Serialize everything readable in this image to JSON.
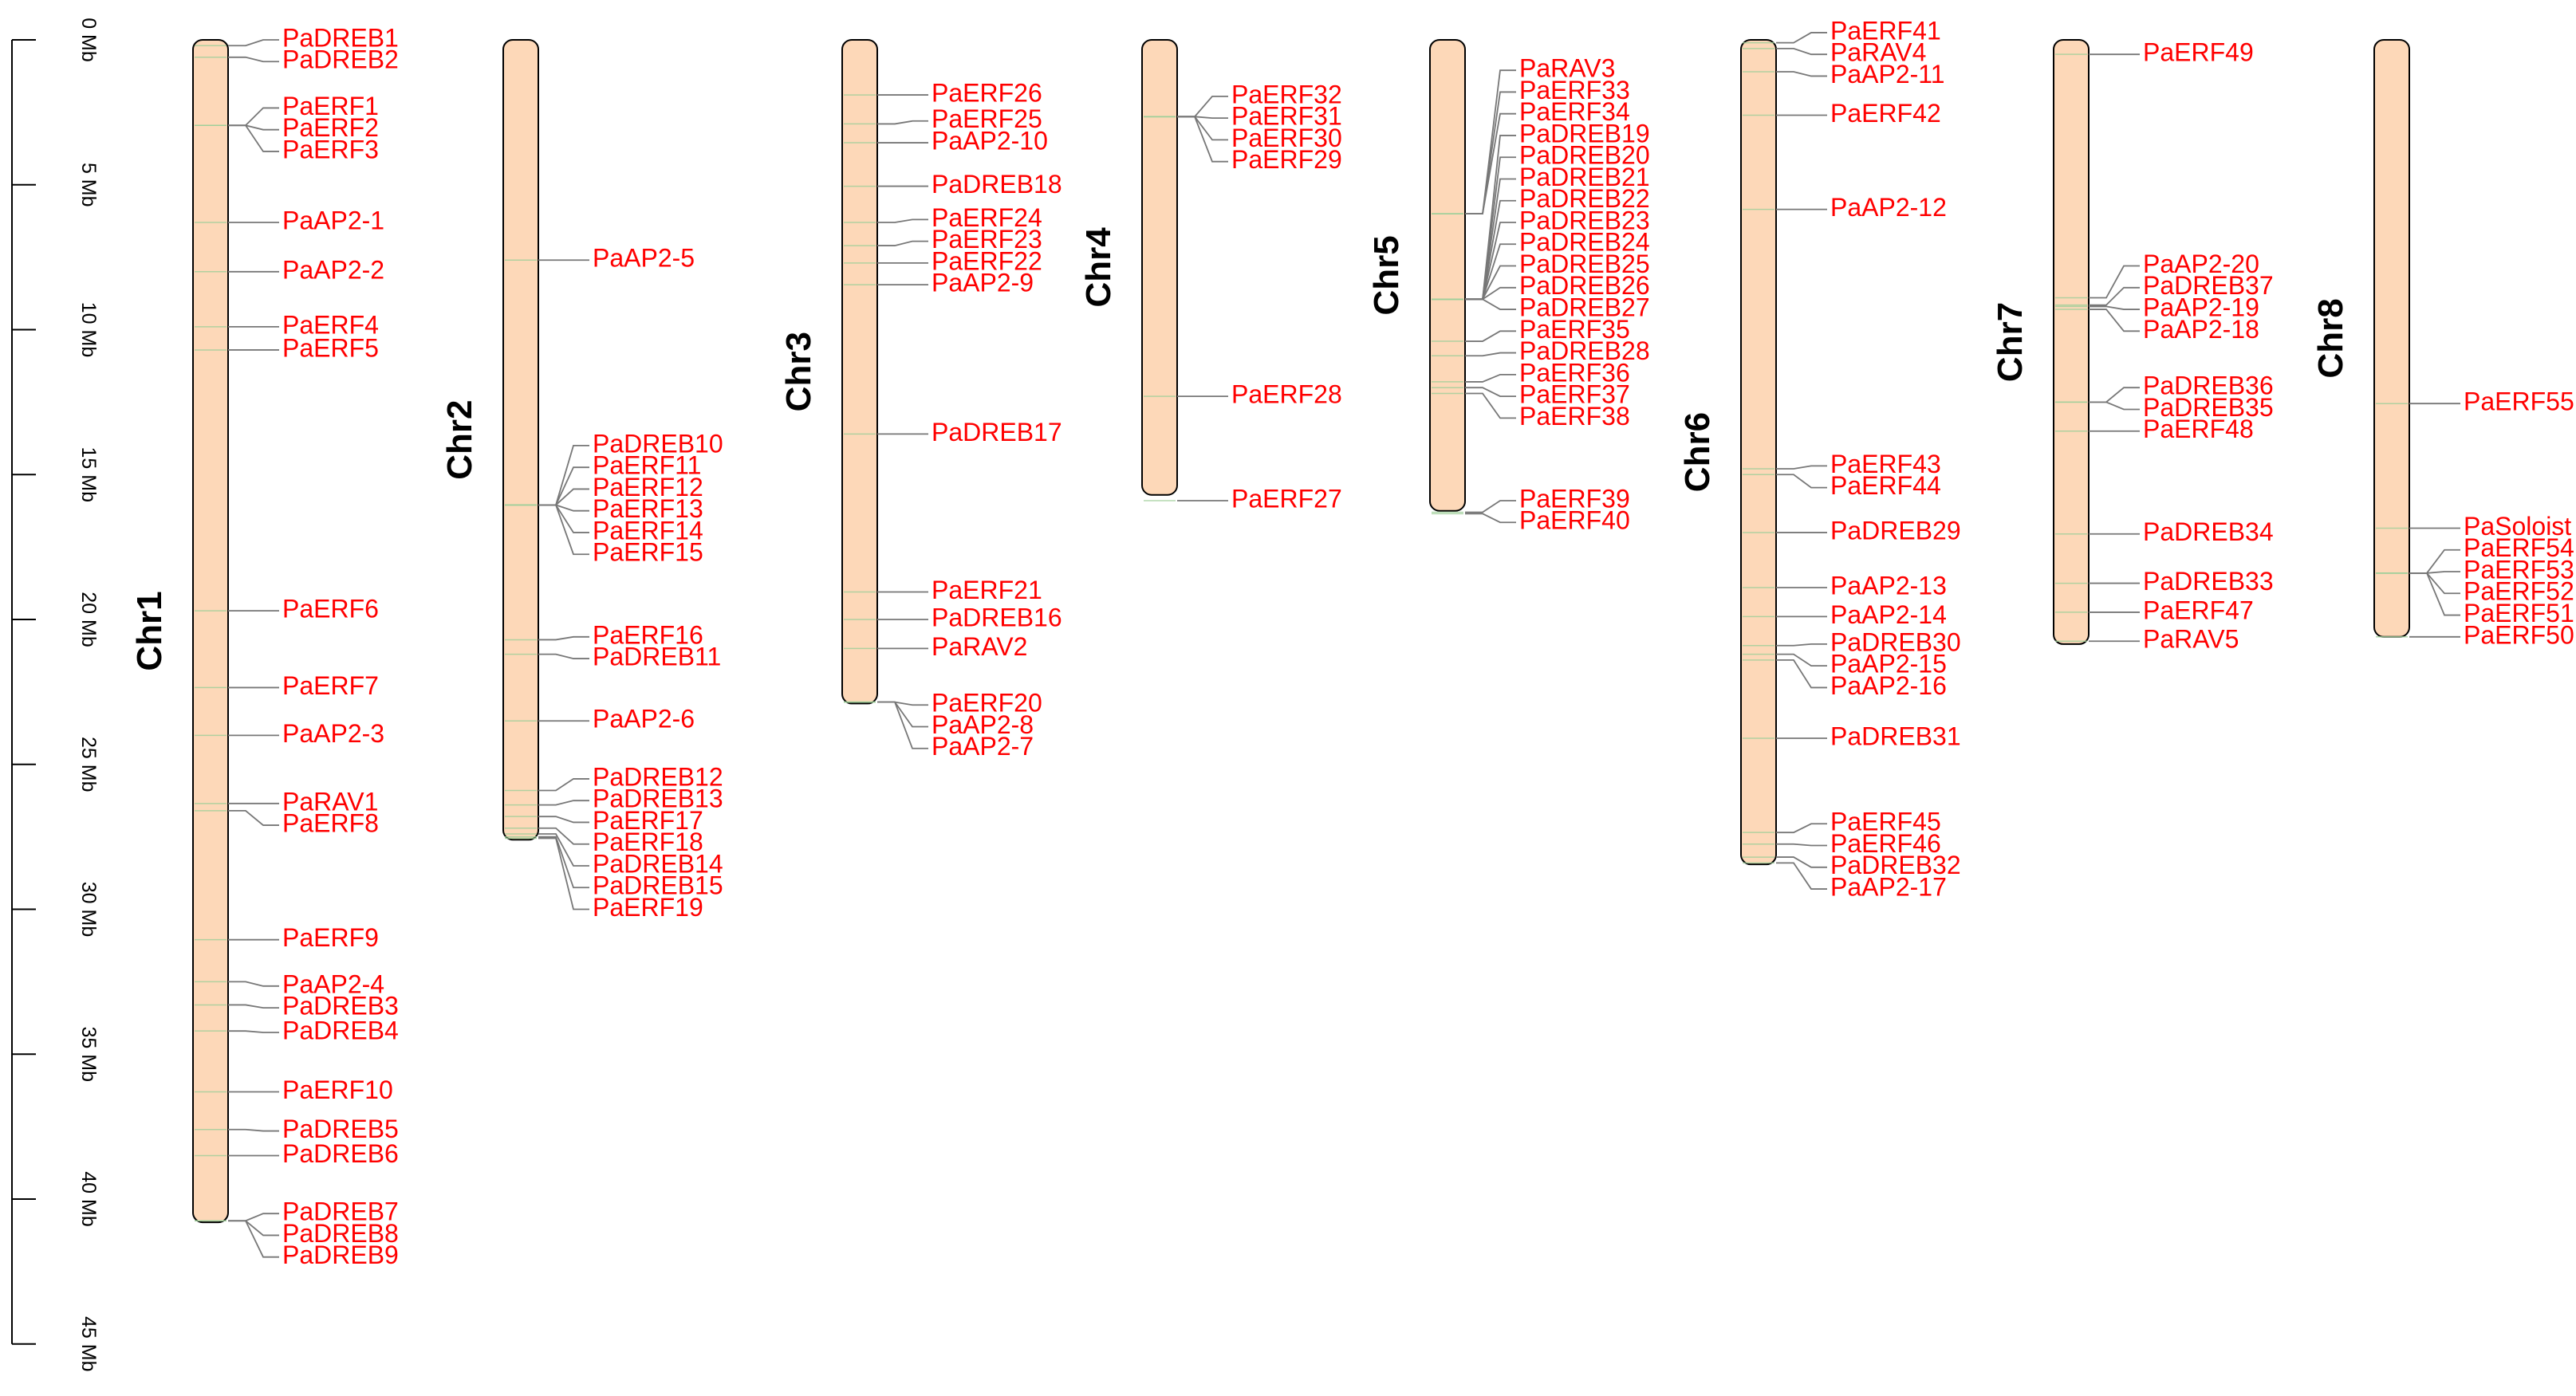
{
  "colors": {
    "chromosome_fill": "#fdd8b8",
    "chromosome_stroke": "#000000",
    "gene_line": "#777777",
    "gene_label": "#ff0000",
    "axis": "#000000"
  },
  "scale": {
    "unit": "Mb",
    "max": 45,
    "ticks": [
      {
        "value": 0,
        "label": "0 Mb"
      },
      {
        "value": 5,
        "label": "5 Mb"
      },
      {
        "value": 10,
        "label": "10 Mb"
      },
      {
        "value": 15,
        "label": "15 Mb"
      },
      {
        "value": 20,
        "label": "20 Mb"
      },
      {
        "value": 25,
        "label": "25 Mb"
      },
      {
        "value": 30,
        "label": "30 Mb"
      },
      {
        "value": 35,
        "label": "35 Mb"
      },
      {
        "value": 40,
        "label": "40 Mb"
      },
      {
        "value": 45,
        "label": "45 Mb"
      }
    ]
  },
  "chromosomes": [
    {
      "name": "Chr1",
      "length": 40.8,
      "genes": [
        {
          "name": "PaDREB1",
          "pos": 0.2,
          "label_pos": 0
        },
        {
          "name": "PaDREB2",
          "pos": 0.6,
          "label_pos": 0.75
        },
        {
          "name": "PaERF1",
          "pos": 2.95,
          "label_pos": 2.35
        },
        {
          "name": "PaERF2",
          "pos": 2.95,
          "label_pos": 3.1
        },
        {
          "name": "PaERF3",
          "pos": 2.95,
          "label_pos": 3.85
        },
        {
          "name": "PaAP2-1",
          "pos": 6.3,
          "label_pos": 6.3
        },
        {
          "name": "PaAP2-2",
          "pos": 8.0,
          "label_pos": 8.0
        },
        {
          "name": "PaERF4",
          "pos": 9.9,
          "label_pos": 9.9
        },
        {
          "name": "PaERF5",
          "pos": 10.7,
          "label_pos": 10.7
        },
        {
          "name": "PaERF6",
          "pos": 19.7,
          "label_pos": 19.7
        },
        {
          "name": "PaERF7",
          "pos": 22.35,
          "label_pos": 22.35
        },
        {
          "name": "PaAP2-3",
          "pos": 24.0,
          "label_pos": 24.0
        },
        {
          "name": "PaRAV1",
          "pos": 26.35,
          "label_pos": 26.35
        },
        {
          "name": "PaERF8",
          "pos": 26.6,
          "label_pos": 27.1
        },
        {
          "name": "PaERF9",
          "pos": 31.05,
          "label_pos": 31.05
        },
        {
          "name": "PaAP2-4",
          "pos": 32.5,
          "label_pos": 32.65
        },
        {
          "name": "PaDREB3",
          "pos": 33.3,
          "label_pos": 33.4
        },
        {
          "name": "PaDREB4",
          "pos": 34.2,
          "label_pos": 34.25
        },
        {
          "name": "PaERF10",
          "pos": 36.3,
          "label_pos": 36.3
        },
        {
          "name": "PaDREB5",
          "pos": 37.6,
          "label_pos": 37.65
        },
        {
          "name": "PaDREB6",
          "pos": 38.5,
          "label_pos": 38.5
        },
        {
          "name": "PaDREB7",
          "pos": 40.75,
          "label_pos": 40.5
        },
        {
          "name": "PaDREB8",
          "pos": 40.75,
          "label_pos": 41.25
        },
        {
          "name": "PaDREB9",
          "pos": 40.75,
          "label_pos": 42.0
        }
      ]
    },
    {
      "name": "Chr2",
      "length": 27.6,
      "genes": [
        {
          "name": "PaAP2-5",
          "pos": 7.6,
          "label_pos": 7.6
        },
        {
          "name": "PaDREB10",
          "pos": 16.05,
          "label_pos": 14.0
        },
        {
          "name": "PaERF11",
          "pos": 16.05,
          "label_pos": 14.75
        },
        {
          "name": "PaERF12",
          "pos": 16.05,
          "label_pos": 15.5
        },
        {
          "name": "PaERF13",
          "pos": 16.05,
          "label_pos": 16.25
        },
        {
          "name": "PaERF14",
          "pos": 16.05,
          "label_pos": 17.0
        },
        {
          "name": "PaERF15",
          "pos": 16.05,
          "label_pos": 17.75
        },
        {
          "name": "PaERF16",
          "pos": 20.7,
          "label_pos": 20.6
        },
        {
          "name": "PaDREB11",
          "pos": 21.2,
          "label_pos": 21.35
        },
        {
          "name": "PaAP2-6",
          "pos": 23.5,
          "label_pos": 23.5
        },
        {
          "name": "PaDREB12",
          "pos": 25.9,
          "label_pos": 25.5
        },
        {
          "name": "PaDREB13",
          "pos": 26.4,
          "label_pos": 26.25
        },
        {
          "name": "PaERF17",
          "pos": 26.8,
          "label_pos": 27.0
        },
        {
          "name": "PaERF18",
          "pos": 27.2,
          "label_pos": 27.75
        },
        {
          "name": "PaDREB14",
          "pos": 27.4,
          "label_pos": 28.5
        },
        {
          "name": "PaDREB15",
          "pos": 27.5,
          "label_pos": 29.25
        },
        {
          "name": "PaERF19",
          "pos": 27.55,
          "label_pos": 30.0
        }
      ]
    },
    {
      "name": "Chr3",
      "length": 22.9,
      "genes": [
        {
          "name": "PaERF26",
          "pos": 1.9,
          "label_pos": 1.9
        },
        {
          "name": "PaERF25",
          "pos": 2.9,
          "label_pos": 2.8
        },
        {
          "name": "PaAP2-10",
          "pos": 3.55,
          "label_pos": 3.55
        },
        {
          "name": "PaDREB18",
          "pos": 5.05,
          "label_pos": 5.05
        },
        {
          "name": "PaERF24",
          "pos": 6.3,
          "label_pos": 6.2
        },
        {
          "name": "PaERF23",
          "pos": 7.1,
          "label_pos": 6.95
        },
        {
          "name": "PaERF22",
          "pos": 7.7,
          "label_pos": 7.7
        },
        {
          "name": "PaAP2-9",
          "pos": 8.45,
          "label_pos": 8.45
        },
        {
          "name": "PaDREB17",
          "pos": 13.6,
          "label_pos": 13.6
        },
        {
          "name": "PaERF21",
          "pos": 19.05,
          "label_pos": 19.05
        },
        {
          "name": "PaDREB16",
          "pos": 20.0,
          "label_pos": 20.0
        },
        {
          "name": "PaRAV2",
          "pos": 21.0,
          "label_pos": 21.0
        },
        {
          "name": "PaERF20",
          "pos": 22.85,
          "label_pos": 22.95
        },
        {
          "name": "PaAP2-8",
          "pos": 22.85,
          "label_pos": 23.7
        },
        {
          "name": "PaAP2-7",
          "pos": 22.85,
          "label_pos": 24.45
        }
      ]
    },
    {
      "name": "Chr4",
      "length": 15.7,
      "genes": [
        {
          "name": "PaERF32",
          "pos": 2.65,
          "label_pos": 1.95
        },
        {
          "name": "PaERF31",
          "pos": 2.65,
          "label_pos": 2.7
        },
        {
          "name": "PaERF30",
          "pos": 2.65,
          "label_pos": 3.45
        },
        {
          "name": "PaERF29",
          "pos": 2.65,
          "label_pos": 4.2
        },
        {
          "name": "PaERF28",
          "pos": 12.3,
          "label_pos": 12.3
        },
        {
          "name": "PaERF27",
          "pos": 15.9,
          "label_pos": 15.9
        }
      ]
    },
    {
      "name": "Chr5",
      "length": 16.25,
      "genes": [
        {
          "name": "PaRAV3",
          "pos": 6.0,
          "label_pos": 1.05
        },
        {
          "name": "PaERF33",
          "pos": 6.0,
          "label_pos": 1.8
        },
        {
          "name": "PaERF34",
          "pos": 6.0,
          "label_pos": 2.55
        },
        {
          "name": "PaDREB19",
          "pos": 8.95,
          "label_pos": 3.3
        },
        {
          "name": "PaDREB20",
          "pos": 8.95,
          "label_pos": 4.05
        },
        {
          "name": "PaDREB21",
          "pos": 8.95,
          "label_pos": 4.8
        },
        {
          "name": "PaDREB22",
          "pos": 8.95,
          "label_pos": 5.55
        },
        {
          "name": "PaDREB23",
          "pos": 8.95,
          "label_pos": 6.3
        },
        {
          "name": "PaDREB24",
          "pos": 8.95,
          "label_pos": 7.05
        },
        {
          "name": "PaDREB25",
          "pos": 8.95,
          "label_pos": 7.8
        },
        {
          "name": "PaDREB26",
          "pos": 8.95,
          "label_pos": 8.55
        },
        {
          "name": "PaDREB27",
          "pos": 8.95,
          "label_pos": 9.3
        },
        {
          "name": "PaERF35",
          "pos": 10.4,
          "label_pos": 10.05
        },
        {
          "name": "PaDREB28",
          "pos": 10.9,
          "label_pos": 10.8
        },
        {
          "name": "PaERF36",
          "pos": 11.8,
          "label_pos": 11.55
        },
        {
          "name": "PaERF37",
          "pos": 12.0,
          "label_pos": 12.3
        },
        {
          "name": "PaERF38",
          "pos": 12.2,
          "label_pos": 13.05
        },
        {
          "name": "PaERF39",
          "pos": 16.3,
          "label_pos": 15.9
        },
        {
          "name": "PaERF40",
          "pos": 16.35,
          "label_pos": 16.65
        }
      ]
    },
    {
      "name": "Chr6",
      "length": 28.45,
      "genes": [
        {
          "name": "PaERF41",
          "pos": 0.1,
          "label_pos": -0.25
        },
        {
          "name": "PaRAV4",
          "pos": 0.3,
          "label_pos": 0.5
        },
        {
          "name": "PaAP2-11",
          "pos": 1.1,
          "label_pos": 1.25
        },
        {
          "name": "PaERF42",
          "pos": 2.6,
          "label_pos": 2.6
        },
        {
          "name": "PaAP2-12",
          "pos": 5.85,
          "label_pos": 5.85
        },
        {
          "name": "PaERF43",
          "pos": 14.8,
          "label_pos": 14.7
        },
        {
          "name": "PaERF44",
          "pos": 15.0,
          "label_pos": 15.45
        },
        {
          "name": "PaDREB29",
          "pos": 17.0,
          "label_pos": 17.0
        },
        {
          "name": "PaAP2-13",
          "pos": 18.9,
          "label_pos": 18.9
        },
        {
          "name": "PaAP2-14",
          "pos": 19.9,
          "label_pos": 19.9
        },
        {
          "name": "PaDREB30",
          "pos": 20.9,
          "label_pos": 20.85
        },
        {
          "name": "PaAP2-15",
          "pos": 21.2,
          "label_pos": 21.6
        },
        {
          "name": "PaAP2-16",
          "pos": 21.4,
          "label_pos": 22.35
        },
        {
          "name": "PaDREB31",
          "pos": 24.1,
          "label_pos": 24.1
        },
        {
          "name": "PaERF45",
          "pos": 27.35,
          "label_pos": 27.05
        },
        {
          "name": "PaERF46",
          "pos": 27.75,
          "label_pos": 27.8
        },
        {
          "name": "PaDREB32",
          "pos": 28.2,
          "label_pos": 28.55
        },
        {
          "name": "PaAP2-17",
          "pos": 28.4,
          "label_pos": 29.3
        }
      ]
    },
    {
      "name": "Chr7",
      "length": 20.85,
      "genes": [
        {
          "name": "PaERF49",
          "pos": 0.5,
          "label_pos": 0.5
        },
        {
          "name": "PaAP2-20",
          "pos": 8.9,
          "label_pos": 7.8
        },
        {
          "name": "PaDREB37",
          "pos": 9.15,
          "label_pos": 8.55
        },
        {
          "name": "PaAP2-19",
          "pos": 9.2,
          "label_pos": 9.3
        },
        {
          "name": "PaAP2-18",
          "pos": 9.3,
          "label_pos": 10.05
        },
        {
          "name": "PaDREB36",
          "pos": 12.5,
          "label_pos": 12.0
        },
        {
          "name": "PaDREB35",
          "pos": 12.5,
          "label_pos": 12.75
        },
        {
          "name": "PaERF48",
          "pos": 13.5,
          "label_pos": 13.5
        },
        {
          "name": "PaDREB34",
          "pos": 17.05,
          "label_pos": 17.05
        },
        {
          "name": "PaDREB33",
          "pos": 18.75,
          "label_pos": 18.75
        },
        {
          "name": "PaERF47",
          "pos": 19.75,
          "label_pos": 19.75
        },
        {
          "name": "PaRAV5",
          "pos": 20.75,
          "label_pos": 20.75
        }
      ]
    },
    {
      "name": "Chr8",
      "length": 20.6,
      "genes": [
        {
          "name": "PaERF55",
          "pos": 12.55,
          "label_pos": 12.55
        },
        {
          "name": "PaSoloist",
          "pos": 16.85,
          "label_pos": 16.85
        },
        {
          "name": "PaERF54",
          "pos": 18.4,
          "label_pos": 17.6
        },
        {
          "name": "PaERF53",
          "pos": 18.4,
          "label_pos": 18.35
        },
        {
          "name": "PaERF52",
          "pos": 18.4,
          "label_pos": 19.1
        },
        {
          "name": "PaERF51",
          "pos": 18.4,
          "label_pos": 19.85
        },
        {
          "name": "PaERF50",
          "pos": 20.6,
          "label_pos": 20.6
        }
      ]
    }
  ]
}
